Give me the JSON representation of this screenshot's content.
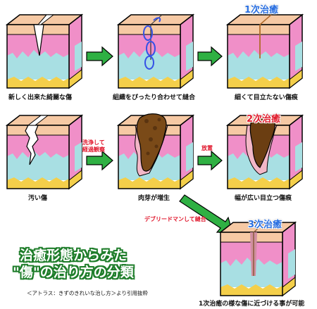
{
  "stages": {
    "primary": {
      "title": "1次治癒",
      "color": "#2a6fe0"
    },
    "secondary": {
      "title": "2次治癒",
      "color": "#e01e2e"
    },
    "tertiary": {
      "title": "3次治癒",
      "color": "#2a6fe0"
    }
  },
  "captions": {
    "clean_wound": "新しく出来た綺麗な傷",
    "sutured": "組織をぴったり合わせて縫合",
    "fine_scar": "細くて目立たない傷痕",
    "dirty_wound": "汚い傷",
    "granulation": "肉芽が増生",
    "wide_scar": "幅が広い目立つ傷痕",
    "tertiary_result": "1次治癒の様な傷に近づける事が可能"
  },
  "arrow_labels": {
    "wash_observe_line1": "洗浄して",
    "wash_observe_line2": "経過観察",
    "leave": "放置",
    "debride": "デブリードマンして縫合"
  },
  "title": {
    "line1": "治癒形態からみた",
    "line2": "\"傷\"の治り方の分類"
  },
  "source": "＜アトラス：きずのきれいな治し方＞より引用抜粋",
  "colors": {
    "epidermis": "#f6c9a4",
    "dermis": "#f08fc8",
    "subcutis": "#a8dfe3",
    "fat": "#f4cf4a",
    "arrow": "#2fb043",
    "granulation": "#7a4a18",
    "suture": "#3552e6"
  }
}
